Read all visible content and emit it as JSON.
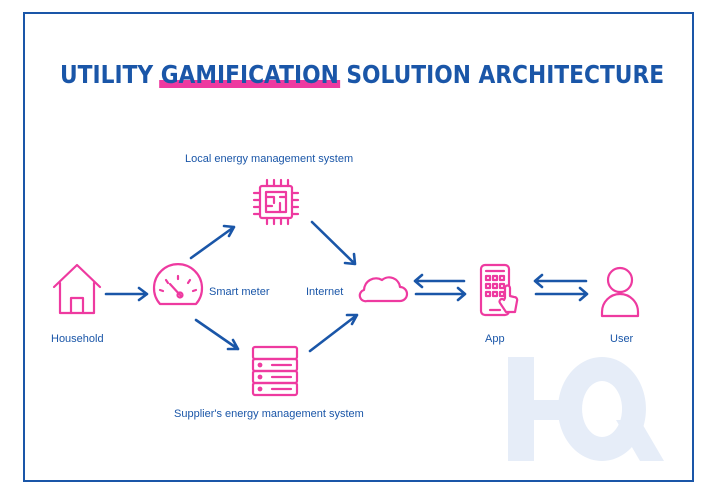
{
  "title": {
    "before": "UTILITY ",
    "highlight": "GAMIFICATION",
    "after": " SOLUTION ARCHITECTURE"
  },
  "nodes": {
    "household": "Household",
    "smart_meter": "Smart meter",
    "local_ems": "Local energy management system",
    "supplier_ems": "Supplier's energy management system",
    "internet": "Internet",
    "app": "App",
    "user": "User"
  },
  "watermark": "HQ",
  "colors": {
    "primary_blue": "#1a56a8",
    "accent_pink": "#ee3aa0",
    "watermark": "#e6edf8"
  }
}
